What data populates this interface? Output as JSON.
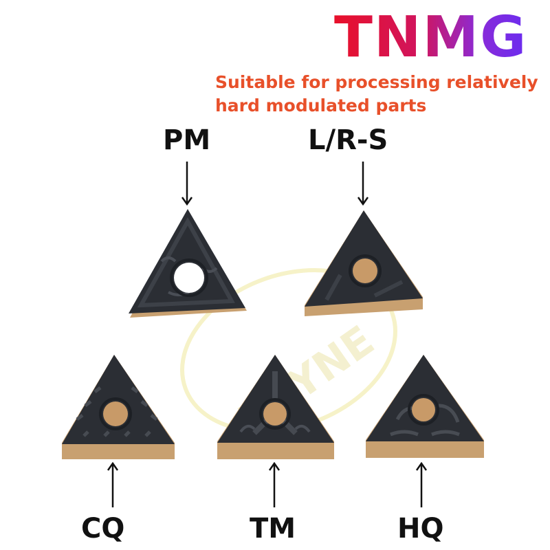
{
  "header": {
    "title": "TNMG",
    "subtitle": "Suitable for processing relatively hard modulated parts"
  },
  "watermark": {
    "text": "VAYNE"
  },
  "inserts": [
    {
      "label": "PM"
    },
    {
      "label": "L/R-S"
    },
    {
      "label": "CQ"
    },
    {
      "label": "TM"
    },
    {
      "label": "HQ"
    }
  ],
  "colors": {
    "title_gradient_start": "#e8102a",
    "title_gradient_end": "#6a2cf0",
    "subtitle": "#e8502a",
    "insert_body": "#2a2d33",
    "insert_base": "#c8a070",
    "hole": "#c89a68"
  }
}
